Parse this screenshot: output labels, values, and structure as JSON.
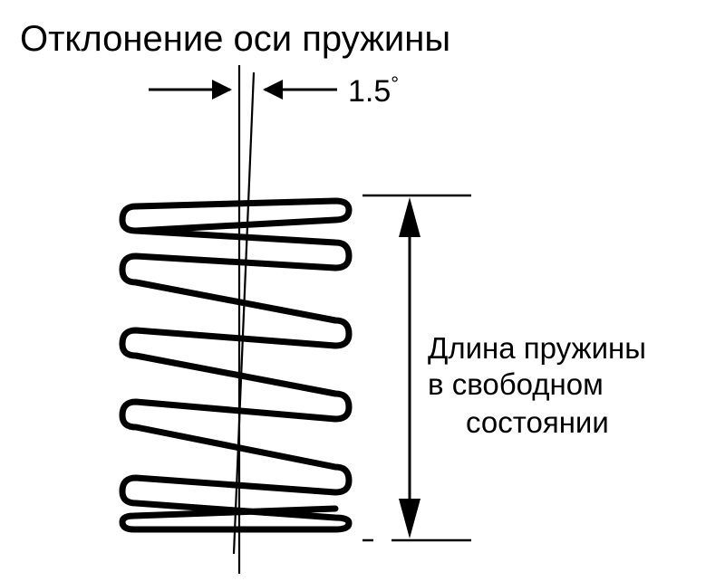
{
  "diagram": {
    "title": "Отклонение оси пружины",
    "angle_value": "1.5",
    "angle_unit": "°",
    "free_length_label": {
      "line1": "Длина пружины",
      "line2": "в свободном",
      "line3": "состоянии"
    }
  },
  "colors": {
    "ink": "#000000",
    "background": "#ffffff"
  }
}
